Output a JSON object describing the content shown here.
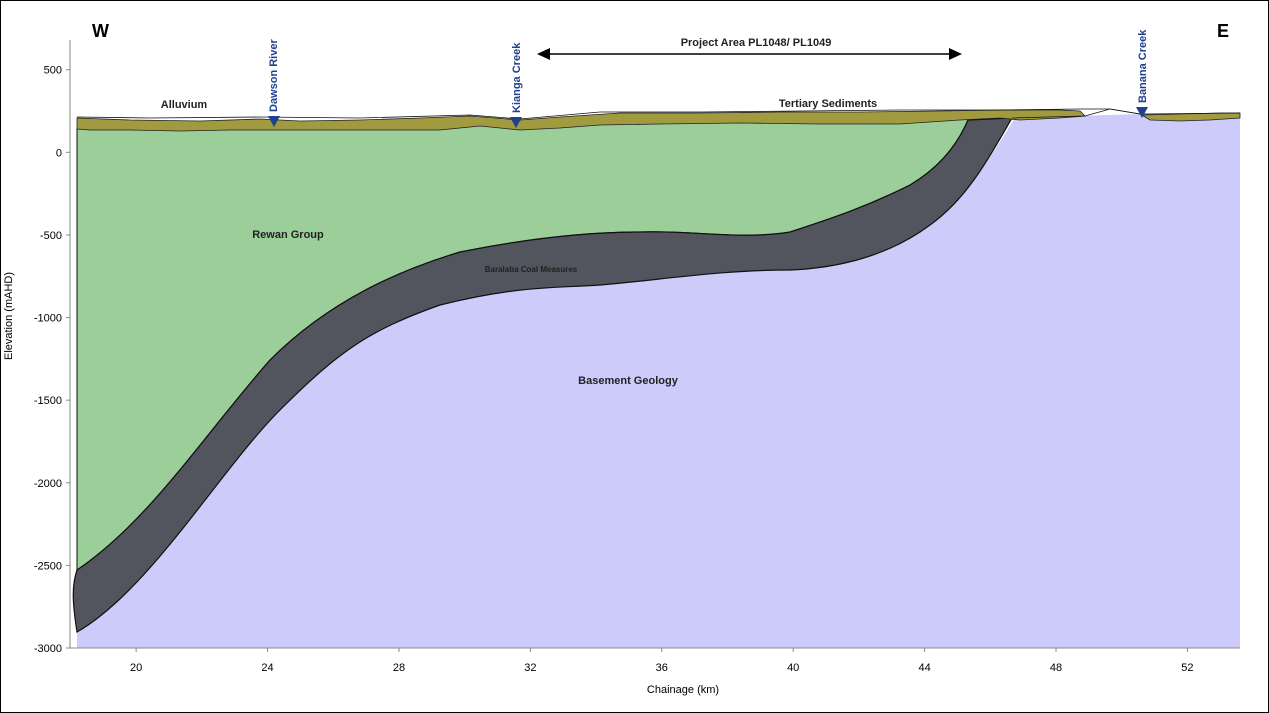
{
  "directions": {
    "west": "W",
    "east": "E"
  },
  "axes": {
    "x_title": "Chainage (km)",
    "y_title": "Elevation (mAHD)",
    "x_ticks": [
      "20",
      "24",
      "28",
      "32",
      "36",
      "40",
      "44",
      "48",
      "52"
    ],
    "y_ticks": [
      "500",
      "0",
      "-500",
      "-1000",
      "-1500",
      "-2000",
      "-2500",
      "-3000"
    ],
    "x_range": [
      18.2,
      53.6
    ],
    "y_range": [
      -3000,
      680
    ]
  },
  "units": {
    "alluvium": "Alluvium",
    "tertiary": "Tertiary Sediments",
    "rewan": "Rewan Group",
    "baralaba": "Baralaba Coal Measures",
    "basement": "Basement Geology"
  },
  "watercourses": {
    "dawson": "Dawson River",
    "kianga": "Kianga Creek",
    "banana": "Banana Creek"
  },
  "project_area": "Project Area PL1048/ PL1049",
  "colors": {
    "rewan": "#9cce9a",
    "basement": "#cccbfa",
    "coal": "#52545e",
    "sediment": "#a19a3e",
    "marker": "#1f3f8f"
  }
}
